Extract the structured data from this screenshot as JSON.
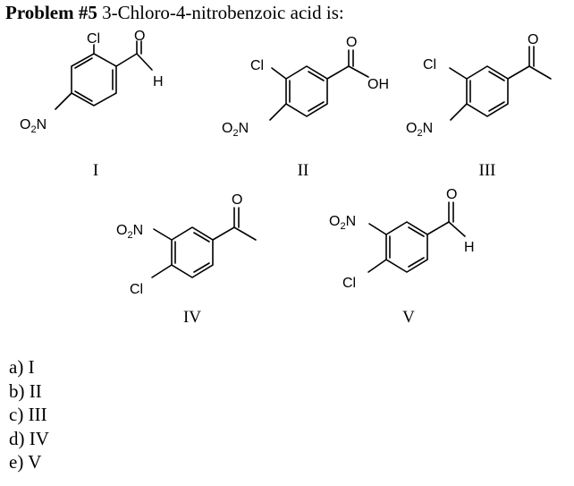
{
  "question": {
    "label": "Problem #5",
    "text": " 3-Chloro-4-nitrobenzoic acid is:"
  },
  "structures": [
    {
      "numeral": "I",
      "atoms": {
        "cl": "Cl",
        "o": "O",
        "h": "H",
        "no2_main": "O",
        "no2_sub": "2",
        "no2_n": "N"
      }
    },
    {
      "numeral": "II",
      "atoms": {
        "cl": "Cl",
        "o": "O",
        "oh": "OH",
        "no2_main": "O",
        "no2_sub": "2",
        "no2_n": "N"
      }
    },
    {
      "numeral": "III",
      "atoms": {
        "cl": "Cl",
        "o": "O",
        "no2_main": "O",
        "no2_sub": "2",
        "no2_n": "N"
      }
    },
    {
      "numeral": "IV",
      "atoms": {
        "cl": "Cl",
        "o": "O",
        "no2_main": "O",
        "no2_sub": "2",
        "no2_n": "N"
      }
    },
    {
      "numeral": "V",
      "atoms": {
        "cl": "Cl",
        "o": "O",
        "h": "H",
        "no2_main": "O",
        "no2_sub": "2",
        "no2_n": "N"
      }
    }
  ],
  "choices": [
    {
      "letter": "a)",
      "value": "I"
    },
    {
      "letter": "b)",
      "value": "II"
    },
    {
      "letter": "c)",
      "value": "III"
    },
    {
      "letter": "d)",
      "value": "IV"
    },
    {
      "letter": "e)",
      "value": "V"
    }
  ]
}
